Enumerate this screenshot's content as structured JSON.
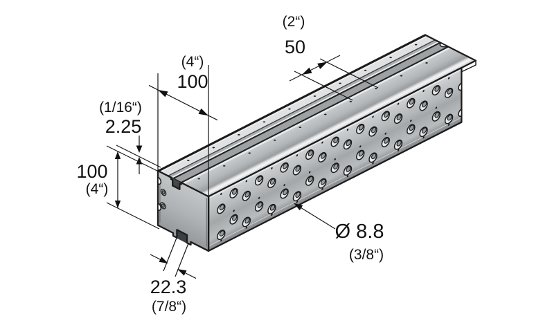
{
  "figure": {
    "kind": "isometric technical drawing",
    "component": "perforated strut girder (box profile with strut slots and hole rows)"
  },
  "labels": {
    "spacing_mm": "50",
    "spacing_in": "(2“)",
    "width_mm": "100",
    "width_in": "(4“)",
    "thickness_mm": "2.25",
    "thickness_in": "(1/16“)",
    "height_mm": "100",
    "height_in": "(4“)",
    "slot_mm": "22.3",
    "slot_in": "(7/8“)",
    "hole_mm": "Ø 8.8",
    "hole_in": "(3/8“)"
  },
  "drawing": {
    "colors": {
      "outline": "#1c1c1c",
      "metal_light": "#dcdee0",
      "metal_mid": "#b6b9bb",
      "metal_dark": "#8d9093",
      "slot_cavity": "#3c3f41",
      "background": "#ffffff"
    },
    "pattern": {
      "length": 500,
      "top_overhang": 28,
      "hole_spacing": 50,
      "hole_rows": [
        17,
        33,
        63,
        79
      ],
      "row_phase": [
        50,
        25,
        50,
        25
      ],
      "hole_outer_r": 7.5,
      "hole_inner_r": 4.2,
      "side_dot_rows": [
        {
          "h": 7,
          "phase": 25
        },
        {
          "h": 48,
          "phase": 50
        },
        {
          "h": 89,
          "phase": 25
        }
      ],
      "top_dot_rows": [
        {
          "w": 10,
          "phase": 50
        },
        {
          "w": 56,
          "phase": 25
        }
      ],
      "near_scallops": [
        17,
        63
      ],
      "far_scallops": [
        33,
        79
      ],
      "scallop_r": 6
    }
  }
}
